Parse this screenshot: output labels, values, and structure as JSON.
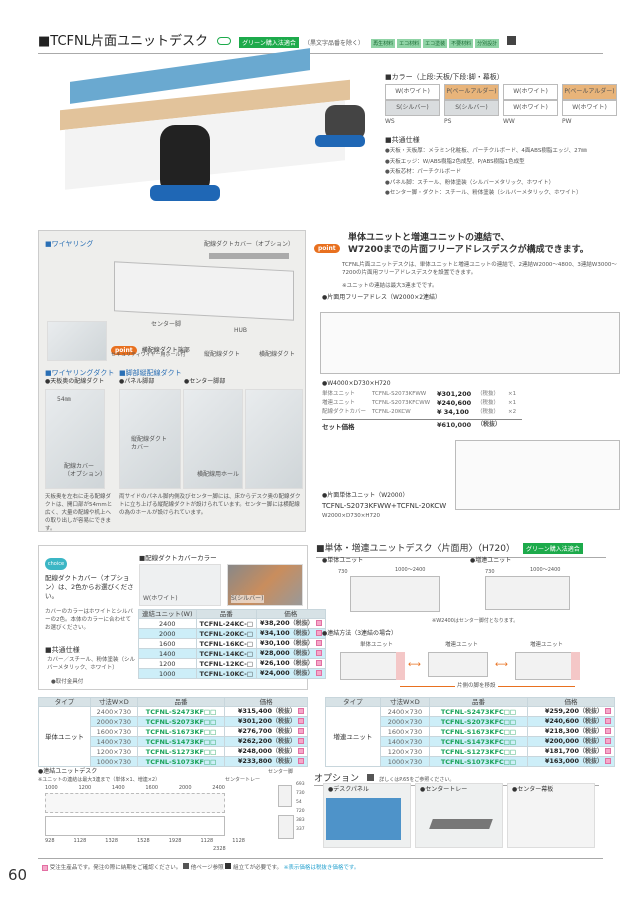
{
  "header": {
    "title": "■TCFNL片面ユニットデスク",
    "green_label": "グリーン購入法適合",
    "note": "（黒文字品番を除く）",
    "eco_labels": [
      "再生材料",
      "エコ材料",
      "エコ塗装",
      "不要材料",
      "分別設計"
    ]
  },
  "colors": {
    "heading": "■カラー（上段:天板/下段:脚・幕板）",
    "swatches": [
      {
        "top": "W(ホワイト)",
        "bottom": "S(シルバー)",
        "code": "WS",
        "top_color": "#ffffff",
        "bottom_color": "#d9dcde"
      },
      {
        "top": "P(ペールアルダー)",
        "bottom": "S(シルバー)",
        "code": "PS",
        "top_color": "#e8b47a",
        "bottom_color": "#d9dcde"
      },
      {
        "top": "W(ホワイト)",
        "bottom": "W(ホワイト)",
        "code": "WW",
        "top_color": "#ffffff",
        "bottom_color": "#ffffff"
      },
      {
        "top": "P(ペールアルダー)",
        "bottom": "W(ホワイト)",
        "code": "PW",
        "top_color": "#e8b47a",
        "bottom_color": "#ffffff"
      }
    ]
  },
  "specs": {
    "heading": "■共通仕様",
    "items": [
      "●天板・天板厚：メラミン化粧板、パーチクルボード、4面ABS樹脂エッジ、27㎜",
      "●天板エッジ：W/ABS樹脂2色成型、P/ABS樹脂1色成型",
      "●天板芯材：パーチクルボード",
      "●パネル脚：スチール、粉体塗装（シルバーメタリック、ホワイト）",
      "●センター脚・ダクト：スチール、粉体塗装（シルバーメタリック、ホワイト）"
    ]
  },
  "wiring": {
    "heading": "■ワイヤリング",
    "labels": {
      "cover": "配線ダクトカバー（オプション）",
      "center_leg": "センター脚",
      "hub": "HUB",
      "vertical_duct": "縦配線ダクト",
      "horizontal_duct": "横配線ダクト"
    },
    "point_label": "point",
    "point_title": "横配線ダクト端部",
    "point_sub": "セキュリティワイヤー用ホール付",
    "duct_heading": "■ワイヤリングダクト",
    "leg_heading": "■脚部縦配線ダクト",
    "sub1": "●天板奥の配線ダクト",
    "sub2": "●パネル脚部",
    "sub3": "●センター脚部",
    "dim": "54㎜",
    "cover_opt": "配線カバー（オプション）",
    "v_cover": "縦配線ダクトカバー",
    "h_hole": "横配線用ホール",
    "desc1": "天板奥を左右に走る配線ダクトは、開口部が54mmと広く、大量の配線や机上への取り出しが容易にできます。",
    "desc2": "両サイドのパネル脚内側及びセンター脚には、床からデスク奥の配線ダクトに立ち上げる縦配線ダクトが設けられています。センター脚には横配線の為のホールが設けられています。"
  },
  "point": {
    "label": "point",
    "headline1": "単体ユニットと増連ユニットの連結で、",
    "headline2": "W7200までの片面フリーアドレスデスクが構成できます。",
    "body": "TCFNL片面ユニットデスクは、単体ユニットと増連ユニットの連結で、2連結W2000～4800、3連結W3000～7200の片面用フリーアドレスデスクを設置できます。",
    "note": "※ユニットの連結は最大3連までです。",
    "example_title": "●片面用フリーアドレス（W2000×2連結）",
    "set_dim": "●W4000×D730×H720",
    "set_rows": [
      {
        "name": "単体ユニット",
        "code": "TCFNL-S2073KFWW",
        "price": "¥301,200",
        "tax": "（税抜）",
        "qty": "×1"
      },
      {
        "name": "増連ユニット",
        "code": "TCFNL-S2073KFCWW",
        "price": "¥240,600",
        "tax": "（税抜）",
        "qty": "×1"
      },
      {
        "name": "配線ダクトカバー",
        "code": "TCFNL-20KCW",
        "price": "¥ 34,100",
        "tax": "（税抜）",
        "qty": "×2"
      }
    ],
    "set_label": "セット価格",
    "set_price": "¥610,000",
    "set_tax": "（税抜）",
    "single_title": "●片面単体ユニット（W2000）",
    "single_code": "TCFNL-S2073KFWW+TCFNL-20KCW",
    "single_dim": "W2000×D730×H720"
  },
  "choice": {
    "label": "choice",
    "title": "配線ダクトカバー（オプション）は、2色からお選びください。",
    "body": "カバーのカラーはホワイトとシルバーの2色。本体のカラーに合わせてお選びください。",
    "spec_heading": "■共通仕様",
    "spec_body": "カバー／スチール、粉体塗装（シルバーメタリック、ホワイト）",
    "spec_item": "●取付金具付",
    "color_heading": "■配線ダクトカバーカラー",
    "white_label": "W(ホワイト)",
    "silver_label": "S(シルバー)",
    "table": {
      "headers": [
        "連結ユニット(W)",
        "品番",
        "価格"
      ],
      "rows": [
        [
          "2400",
          "TCFNL-24KC-□",
          "¥38,200"
        ],
        [
          "2000",
          "TCFNL-20KC-□",
          "¥34,100"
        ],
        [
          "1600",
          "TCFNL-16KC-□",
          "¥30,100"
        ],
        [
          "1400",
          "TCFNL-14KC-□",
          "¥28,000"
        ],
        [
          "1200",
          "TCFNL-12KC-□",
          "¥26,100"
        ],
        [
          "1000",
          "TCFNL-10KC-□",
          "¥24,000"
        ]
      ],
      "tax": "（税抜）"
    }
  },
  "units": {
    "heading": "■単体・増連ユニットデスク〈片面用〉（H720）",
    "green_label": "グリーン購入法適合",
    "single": "●単体ユニット",
    "add": "●増連ユニット",
    "depth": "730",
    "width": "1000～2400",
    "note": "※W2400はセンター脚付となります。",
    "method": "●連結方法（3連結の場合）",
    "m_single": "単体ユニット",
    "m_add": "増連ユニット",
    "move_leg": "片側の脚を移設"
  },
  "table_single": {
    "headers": [
      "タイプ",
      "寸法W×D",
      "品番",
      "価格"
    ],
    "type": "単体ユニット",
    "tax": "（税抜）",
    "rows": [
      [
        "2400×730",
        "TCFNL-S2473KF□□",
        "¥315,400"
      ],
      [
        "2000×730",
        "TCFNL-S2073KF□□",
        "¥301,200"
      ],
      [
        "1600×730",
        "TCFNL-S1673KF□□",
        "¥276,700"
      ],
      [
        "1400×730",
        "TCFNL-S1473KF□□",
        "¥262,200"
      ],
      [
        "1200×730",
        "TCFNL-S1273KF□□",
        "¥248,000"
      ],
      [
        "1000×730",
        "TCFNL-S1073KF□□",
        "¥233,800"
      ]
    ]
  },
  "table_add": {
    "headers": [
      "タイプ",
      "寸法W×D",
      "品番",
      "価格"
    ],
    "type": "増連ユニット",
    "tax": "（税抜）",
    "rows": [
      [
        "2400×730",
        "TCFNL-S2473KFC□□",
        "¥259,200"
      ],
      [
        "2000×730",
        "TCFNL-S2073KFC□□",
        "¥240,600"
      ],
      [
        "1600×730",
        "TCFNL-S1673KFC□□",
        "¥218,300"
      ],
      [
        "1400×730",
        "TCFNL-S1473KFC□□",
        "¥200,000"
      ],
      [
        "1200×730",
        "TCFNL-S1273KFC□□",
        "¥181,700"
      ],
      [
        "1000×730",
        "TCFNL-S1073KFC□□",
        "¥163,000"
      ]
    ]
  },
  "linked": {
    "title": "●連結ユニットデスク",
    "note": "※ユニットの連結は最大3連まで（単体×1、増連×2）",
    "center_tray": "センタートレー",
    "center_leg": "センター脚",
    "top_dims": [
      "1000",
      "1200",
      "1400",
      "1600",
      "2000",
      "2400"
    ],
    "bottom_dims": [
      "928",
      "1128",
      "1328",
      "1528",
      "1928",
      "1128",
      "1128"
    ],
    "total": "2328",
    "side": [
      "730",
      "54",
      "720",
      "693",
      "383",
      "337"
    ]
  },
  "options": {
    "title": "オプション",
    "ref": "詳しくはP.65をご参照ください。",
    "items": [
      "●デスクパネル",
      "●センタートレー",
      "●センター幕板"
    ]
  },
  "footer": {
    "page": "60",
    "text1": "受注生産品です。発注の際に納期をご確認ください。",
    "text2": "他ページ参照",
    "text3": "組立てが必要です。",
    "text4": "※表示価格は税抜き価格です。"
  }
}
